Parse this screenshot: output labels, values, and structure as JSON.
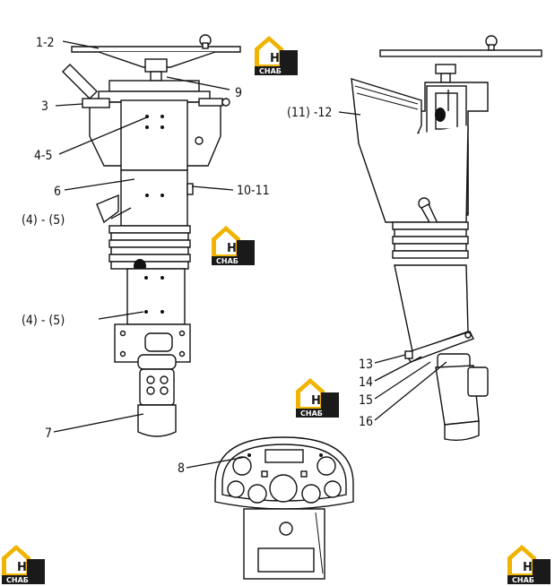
{
  "callouts": {
    "c1_2": "1-2",
    "c3": "3",
    "c4_5": "4-5",
    "c6": "6",
    "c4_5b": "(4) - (5)",
    "c4_5c": "(4) - (5)",
    "c7": "7",
    "c8": "8",
    "c9": "9",
    "c10_11": "10-11",
    "c11_12": "(11) -12",
    "c13": "13",
    "c14": "14",
    "c15": "15",
    "c16": "16"
  },
  "watermark": {
    "letters": "H3",
    "sub": "CHAБ",
    "icon": "house-logo-icon",
    "color_gold": "#f0b400",
    "color_dark": "#1a1a1a"
  }
}
